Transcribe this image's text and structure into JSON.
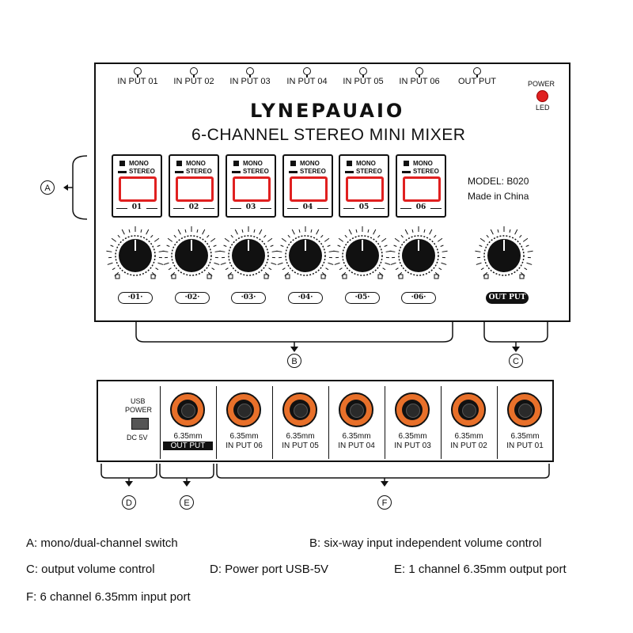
{
  "top_panel": {
    "port_labels": [
      "IN PUT 01",
      "IN PUT 02",
      "IN PUT 03",
      "IN PUT 04",
      "IN PUT 05",
      "IN PUT 06",
      "OUT PUT"
    ],
    "power_label": "POWER",
    "led_label": "LED",
    "brand": "LYNEPAUAIO",
    "title": "6-CHANNEL STEREO MINI MIXER",
    "model": "MODEL: B020",
    "origin": "Made in China",
    "switch_mono": "MONO",
    "switch_stereo": "STEREO",
    "switch_numbers": [
      "01",
      "02",
      "03",
      "04",
      "05",
      "06"
    ],
    "knob_tags": [
      "·01·",
      "·02·",
      "·03·",
      "·04·",
      "·05·",
      "·06·"
    ],
    "output_tag": "OUT PUT"
  },
  "callouts": {
    "A": "A",
    "B": "B",
    "C": "C",
    "D": "D",
    "E": "E",
    "F": "F"
  },
  "bottom_panel": {
    "usb_label_1": "USB",
    "usb_label_2": "POWER",
    "dc_label": "DC 5V",
    "jacks": [
      {
        "size": "6.35mm",
        "name": "OUT PUT"
      },
      {
        "size": "6.35mm",
        "name": "IN PUT 06"
      },
      {
        "size": "6.35mm",
        "name": "IN PUT 05"
      },
      {
        "size": "6.35mm",
        "name": "IN PUT 04"
      },
      {
        "size": "6.35mm",
        "name": "IN PUT 03"
      },
      {
        "size": "6.35mm",
        "name": "IN PUT 02"
      },
      {
        "size": "6.35mm",
        "name": "IN PUT 01"
      }
    ]
  },
  "legend": {
    "a": "A: mono/dual-channel switch",
    "b": "B: six-way input independent volume control",
    "c": "C: output volume control",
    "d": "D: Power port USB-5V",
    "e": "E: 1 channel 6.35mm output port",
    "f": "F: 6 channel 6.35mm input port"
  },
  "colors": {
    "led": "#e02020",
    "switch_red": "#e02020",
    "jack_orange": "#e8702a"
  }
}
